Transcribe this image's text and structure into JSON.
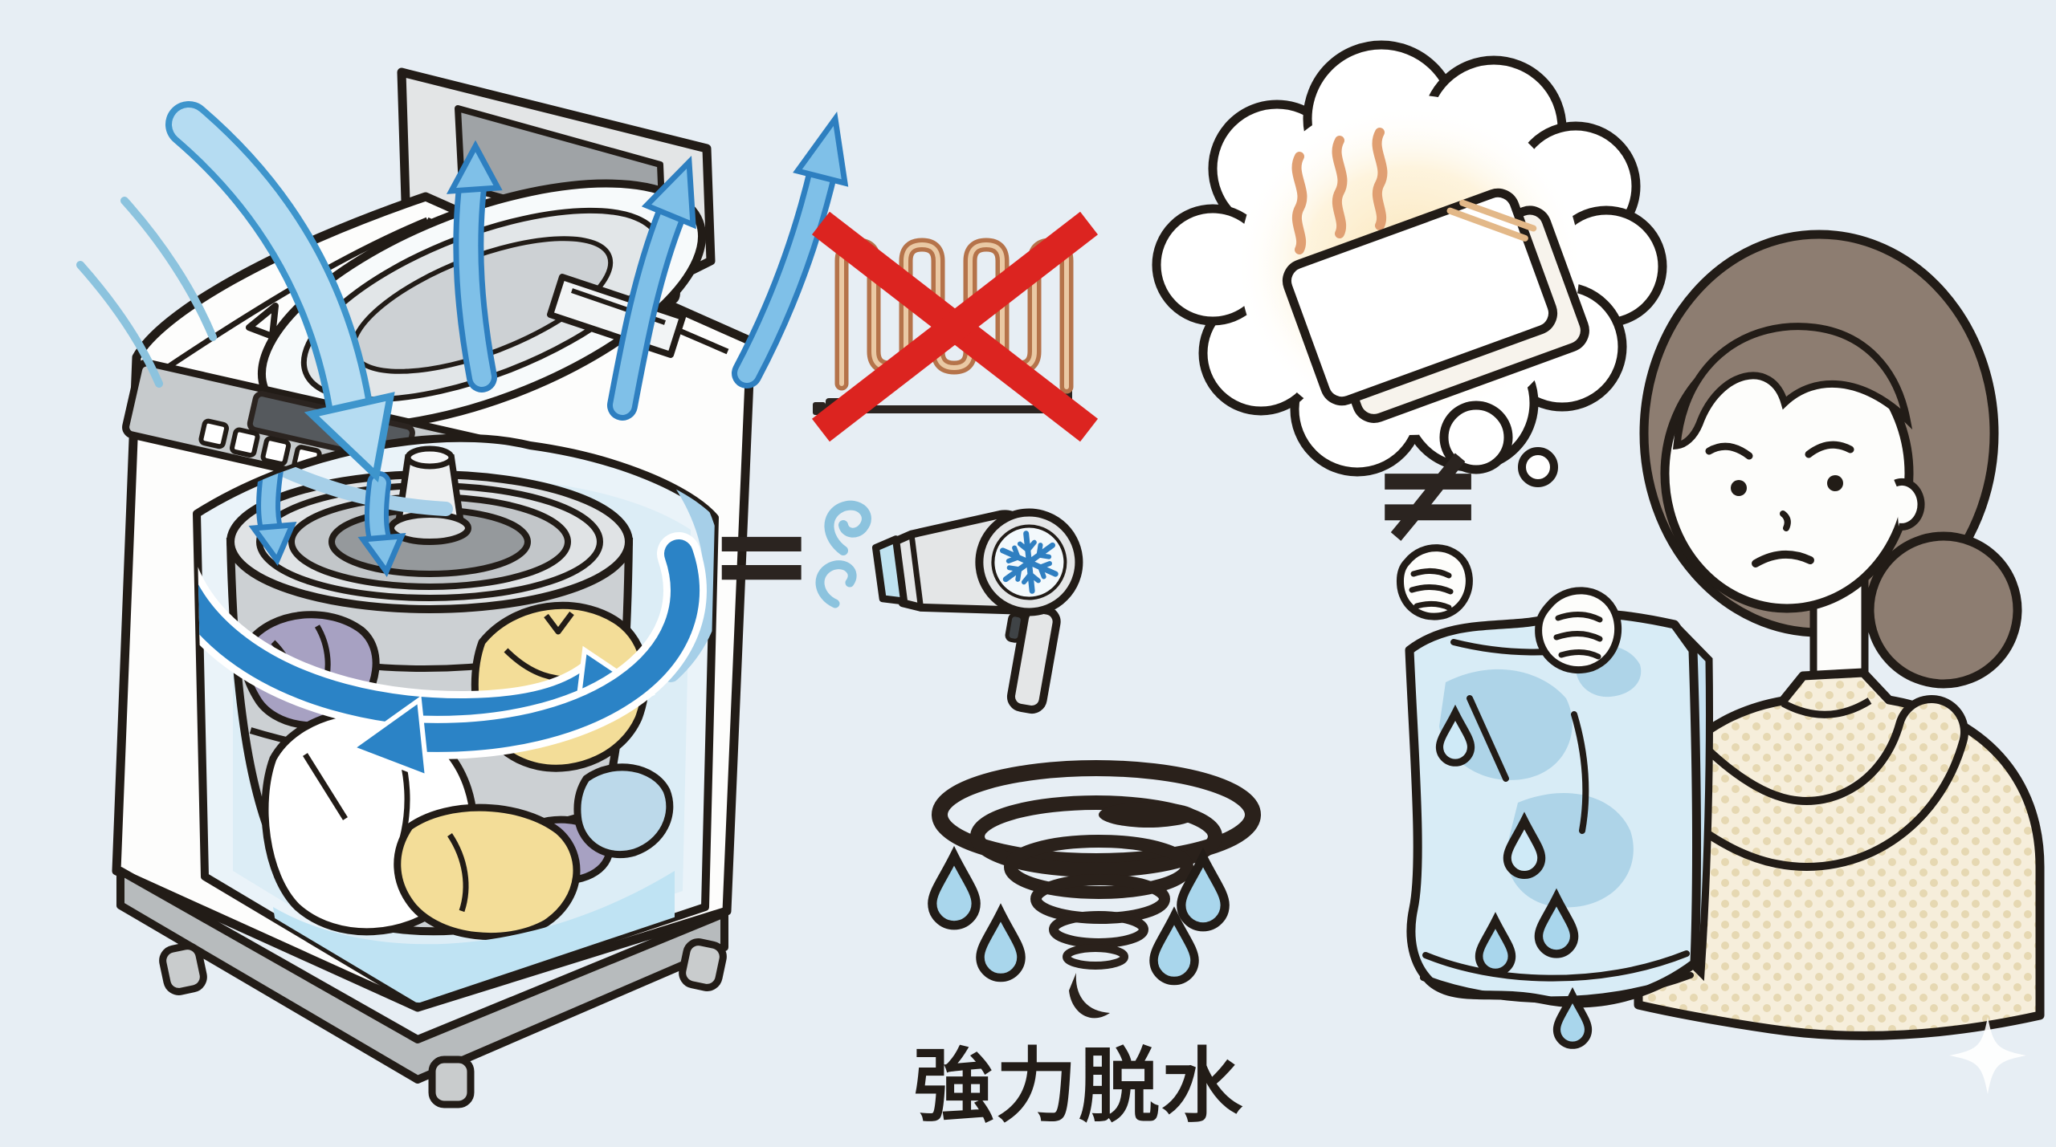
{
  "caption": {
    "text": "強力脱水"
  },
  "symbols": {
    "equals": "=",
    "not_equal": "≠"
  },
  "colors": {
    "background": "#e7eef4",
    "outline": "#221c17",
    "arrow_blue": "#2b83c6",
    "arrow_blue_mid": "#7fc0e8",
    "arrow_blue_light": "#b5dcf2",
    "arrow_echo": "#a6cfe8",
    "machine_white": "#fdfdfc",
    "machine_gray": "#ccd0d3",
    "panel_gray": "#c6cacc",
    "display_dark": "#55595d",
    "button_orange": "#f2c49a",
    "pedestal_gray": "#b7bbbd",
    "water_blue": "#bfe3f3",
    "cloth_yellow": "#f3dd98",
    "cloth_purple": "#a7a1c2",
    "cloth_blue": "#bcd9ea",
    "coil_copper": "#b5734a",
    "coil_highlight": "#eac9a4",
    "cross_red": "#dc2420",
    "dryer_gray": "#e4e6e7",
    "nozzle_blue": "#bfe2f0",
    "snowflake_blue": "#2f7fc1",
    "wind_blue": "#8cc3de",
    "bubble_glow": "#fbe3b4",
    "steam_orange": "#e09f72",
    "towel_stripe_orange": "#e3b888",
    "tornado_dark": "#2a211b",
    "drop_blue": "#a9d6ec",
    "wet_towel_base": "#d8ecf6",
    "wet_towel_patch": "#aed4e8",
    "hair_brown": "#8d7d71",
    "skin_white": "#fdfdfb",
    "sweater_cream": "#f6eedb",
    "sweater_dot": "#e6d8b2",
    "sparkle_white": "#ffffff"
  },
  "icons": {
    "air-in-arrow": "large curved blue arrow entering open washer",
    "air-out-arrow": "blue arrows rising out of washer lid",
    "spin-arrow": "circular blue arrows around drum",
    "drum-down-arrow": "small blue arrows into drum",
    "no-heat-coil-icon": "heating coil crossed out",
    "red-cross-icon": "red X",
    "wind-icon": "cold air gust curls",
    "hair-dryer-icon": "hair dryer blowing cold air",
    "snowflake-icon": "snowflake on dryer body",
    "thought-bubble": "cloud thought balloon",
    "warm-towel-icon": "folded warm towel",
    "steam-icon": "heat squiggles",
    "wet-towel-icon": "dripping wet towel",
    "water-drop-icon": "falling water drops",
    "tornado-icon": "spin-dry cyclone",
    "sparkle-icon": "four point sparkle"
  }
}
